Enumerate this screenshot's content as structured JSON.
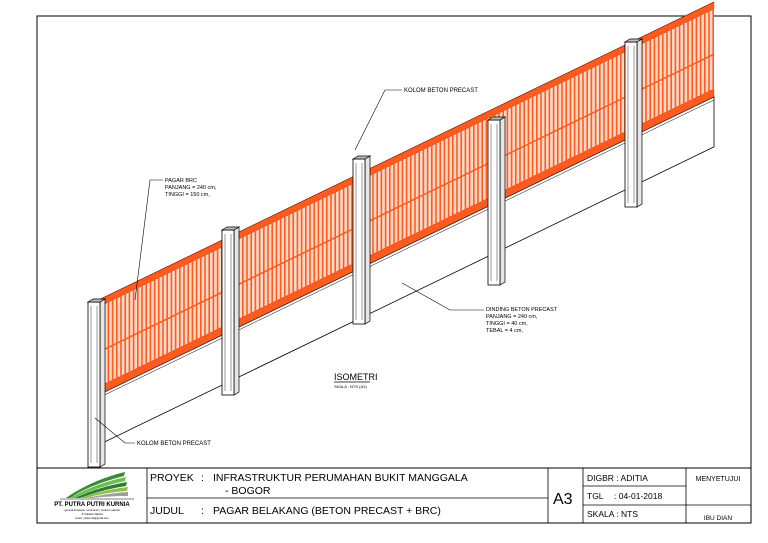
{
  "drawing": {
    "title": "ISOMETRI",
    "scale_note": "SKALA : NTS (A3)",
    "fence_color": "#ff5a1f",
    "callouts": {
      "kolom_top": "KOLOM BETON PRECAST",
      "kolom_bottom": "KOLOM BETON PRECAST",
      "pagar": [
        "PAGAR BRC",
        "PANJANG = 240 cm,",
        "TINGGI    = 150 cm,"
      ],
      "dinding": [
        "DINDING BETON PRECAST",
        "PANJANG = 240 cm,",
        "TINGGI    =   40 cm,",
        "TEBAL      =     4 cm,"
      ]
    }
  },
  "title_block": {
    "company": "PT. PUTRA PUTRI KURNIA",
    "company_sub": "general developer | contractor | product material",
    "company_sub2": "Jl. Kaliasih Jakarta",
    "company_email": "email : pptkurnia@gmail.com",
    "proyek_label": "PROYEK",
    "proyek_line1": "INFRASTRUKTUR PERUMAHAN BUKIT MANGGALA",
    "proyek_line2": "- BOGOR",
    "judul_label": "JUDUL",
    "judul_value": "PAGAR BELAKANG (BETON PRECAST + BRC)",
    "paper_size": "A3",
    "digbr": "DIGBR : ADITIA",
    "tgl_label": "TGL",
    "tgl_value": ": 04-01-2018",
    "skala": "SKALA : NTS",
    "menyetujui": "MENYETUJUI",
    "approver": "IBU DIAN"
  }
}
